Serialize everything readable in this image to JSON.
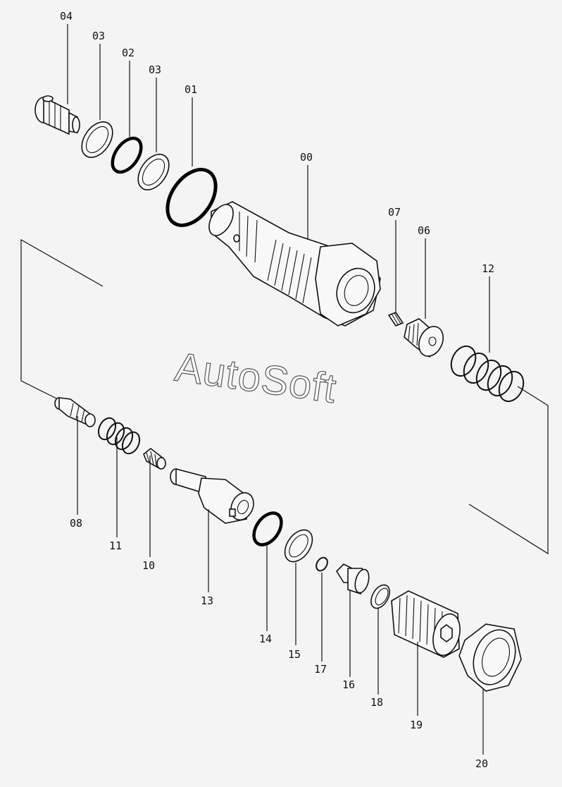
{
  "watermark": "AutoSoft",
  "labels": {
    "p04": "04",
    "p03a": "03",
    "p02": "02",
    "p03b": "03",
    "p01": "01",
    "p00": "00",
    "p07": "07",
    "p06": "06",
    "p12": "12",
    "p08": "08",
    "p11": "11",
    "p10": "10",
    "p13": "13",
    "p14": "14",
    "p15": "15",
    "p17": "17",
    "p16": "16",
    "p18": "18",
    "p19": "19",
    "p20": "20"
  }
}
